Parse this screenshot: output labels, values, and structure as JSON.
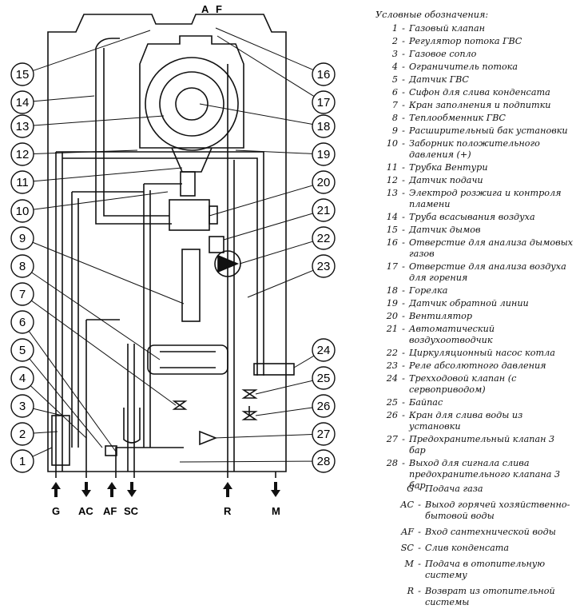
{
  "top_labels": {
    "a": "A",
    "f": "F"
  },
  "callouts": [
    "1",
    "2",
    "3",
    "4",
    "5",
    "6",
    "7",
    "8",
    "9",
    "10",
    "11",
    "12",
    "13",
    "14",
    "15",
    "16",
    "17",
    "18",
    "19",
    "20",
    "21",
    "22",
    "23",
    "24",
    "25",
    "26",
    "27",
    "28"
  ],
  "connections": [
    "G",
    "AC",
    "AF",
    "SC",
    "R",
    "M"
  ],
  "legend": {
    "title": "Условные обозначения:",
    "items": [
      {
        "n": "1",
        "t": "Газовый клапан"
      },
      {
        "n": "2",
        "t": "Регулятор потока ГВС"
      },
      {
        "n": "3",
        "t": "Газовое сопло"
      },
      {
        "n": "4",
        "t": "Ограничитель потока"
      },
      {
        "n": "5",
        "t": "Датчик ГВС"
      },
      {
        "n": "6",
        "t": "Сифон для слива конденсата"
      },
      {
        "n": "7",
        "t": "Кран заполнения и подпитки"
      },
      {
        "n": "8",
        "t": "Теплообменник ГВС"
      },
      {
        "n": "9",
        "t": "Расширительный бак установки"
      },
      {
        "n": "10",
        "t": "Заборник положительного давления (+)"
      },
      {
        "n": "11",
        "t": "Трубка Вентури"
      },
      {
        "n": "12",
        "t": "Датчик подачи"
      },
      {
        "n": "13",
        "t": "Электрод розжига и контроля пламени"
      },
      {
        "n": "14",
        "t": "Труба всасывания воздуха"
      },
      {
        "n": "15",
        "t": "Датчик дымов"
      },
      {
        "n": "16",
        "t": "Отверстие для анализа дымовых газов"
      },
      {
        "n": "17",
        "t": "Отверстие для анализа воздуха для горения"
      },
      {
        "n": "18",
        "t": "Горелка"
      },
      {
        "n": "19",
        "t": "Датчик обратной линии"
      },
      {
        "n": "20",
        "t": "Вентилятор"
      },
      {
        "n": "21",
        "t": "Автоматический воздухоотводчик"
      },
      {
        "n": "22",
        "t": "Циркуляционный насос котла"
      },
      {
        "n": "23",
        "t": "Реле абсолютного давления"
      },
      {
        "n": "24",
        "t": "Трехходовой клапан (с сервоприводом)"
      },
      {
        "n": "25",
        "t": "Байпас"
      },
      {
        "n": "26",
        "t": "Кран для слива воды из установки"
      },
      {
        "n": "27",
        "t": "Предохранительный клапан 3 бар"
      },
      {
        "n": "28",
        "t": "Выход для сигнала слива предохранительного клапана 3 бар"
      }
    ]
  },
  "legend2": {
    "items": [
      {
        "n": "G",
        "t": "Подача газа"
      },
      {
        "n": "AC",
        "t": "Выход горячей хозяйственно-бытовой воды"
      },
      {
        "n": "AF",
        "t": "Вход сантехнической воды"
      },
      {
        "n": "SC",
        "t": "Слив конденсата"
      },
      {
        "n": "M",
        "t": "Подача в отопительную систему"
      },
      {
        "n": "R",
        "t": "Возврат из отопительной системы"
      }
    ]
  }
}
